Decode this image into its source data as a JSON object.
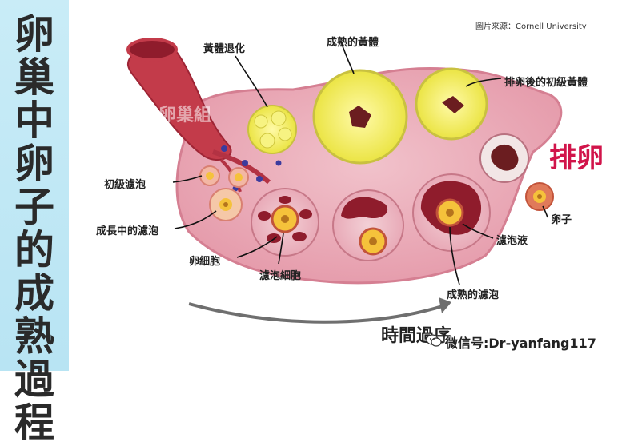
{
  "title": [
    "卵",
    "巢",
    "中",
    "卵",
    "子",
    "的",
    "成",
    "熟",
    "過",
    "程"
  ],
  "credit": "圖片來源：Cornell University",
  "labels": {
    "corpus_albicans": "黃體退化",
    "mature_corpus_luteum": "成熟的黃體",
    "early_corpus_luteum": "排卵後的初級黃體",
    "ovulation": "排卵",
    "primary_follicle": "初級濾泡",
    "growing_follicle": "成長中的濾泡",
    "egg": "卵子",
    "follicular_fluid": "濾泡液",
    "oocyte": "卵細胞",
    "granulosa_cells": "濾泡細胞",
    "mature_follicle": "成熟的濾泡",
    "time_course": "時間過序"
  },
  "watermark": "卵巢組",
  "wechat": "微信号:Dr-yanfang117",
  "colors": {
    "ovary": "#e9a3b0",
    "ovary_edge": "#d57f92",
    "tube": "#c33b4a",
    "luteum": "#f2ee5a",
    "follicle_core": "#f5c23b",
    "ovulation_red": "#d1144a"
  }
}
